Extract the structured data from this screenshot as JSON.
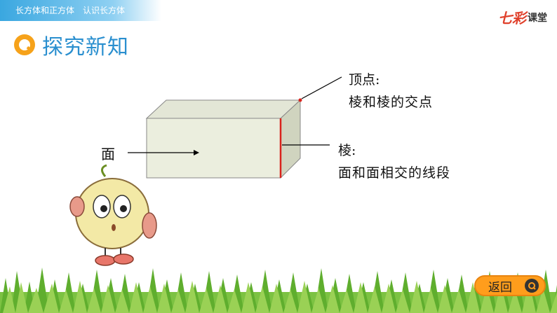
{
  "header": {
    "breadcrumb_1": "长方体和正方体",
    "breadcrumb_2": "认识长方体",
    "logo_brand": "七彩",
    "logo_sub": "课堂"
  },
  "section": {
    "title": "探究新知",
    "icon_letter": "Q"
  },
  "diagram": {
    "face_label": "面",
    "vertex_title": "顶点:",
    "vertex_desc": "棱和棱的交点",
    "edge_title": "棱:",
    "edge_desc": "面和面相交的线段"
  },
  "footer": {
    "back_label": "返回"
  },
  "colors": {
    "accent": "#2a8fcf",
    "edge_red": "#d9231c",
    "button": "#ff9d1c"
  }
}
